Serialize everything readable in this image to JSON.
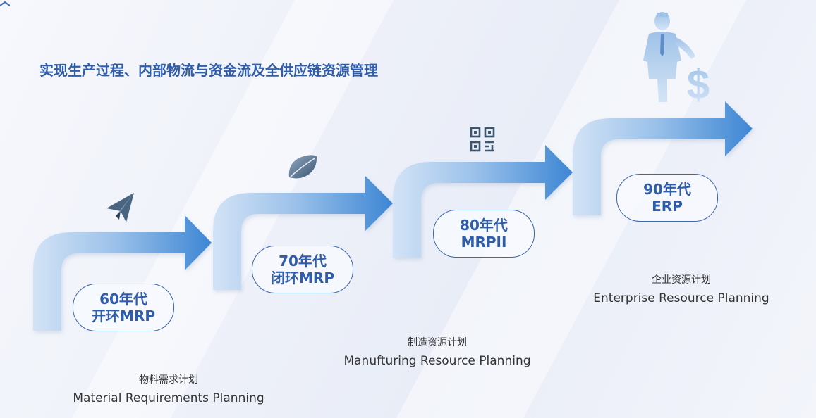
{
  "headline": "实现生产过程、内部物流与资金流及全供应链资源管理",
  "stages": [
    {
      "era": "60年代",
      "name": "开环MRP",
      "icon": "paper-plane-icon",
      "caption_zh": "物料需求计划",
      "caption_en": "Material Requirements Planning"
    },
    {
      "era": "70年代",
      "name": "闭环MRP",
      "icon": "leaf-icon"
    },
    {
      "era": "80年代",
      "name": "MRPII",
      "icon": "qr-code-icon",
      "caption_zh": "制造资源计划",
      "caption_en": "Manufturing Resource Planning"
    },
    {
      "era": "90年代",
      "name": "ERP",
      "icon": "businessman-dollar-icon",
      "caption_zh": "企业资源计划",
      "caption_en": "Enterprise Resource Planning"
    }
  ],
  "colors": {
    "arrow_start": "#cfe0f5",
    "arrow_end": "#3d86d4",
    "title": "#2f5dab",
    "icon": "#3f566f"
  }
}
